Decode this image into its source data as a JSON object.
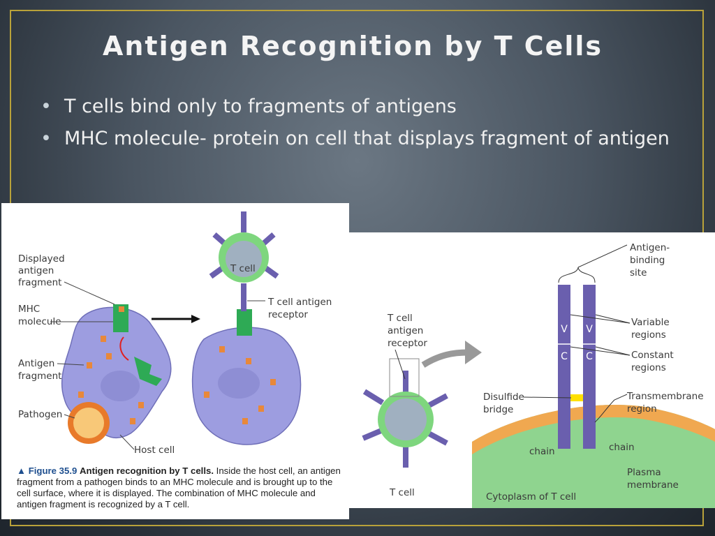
{
  "slide": {
    "title": "Antigen Recognition by T Cells",
    "bullets": [
      "T cells bind only to fragments of antigens",
      "MHC molecule- protein on cell that displays fragment of antigen"
    ]
  },
  "figure_left": {
    "labels": {
      "displayed_antigen_fragment": [
        "Displayed",
        "antigen",
        "fragment"
      ],
      "mhc_molecule": [
        "MHC",
        "molecule"
      ],
      "antigen_fragment": [
        "Antigen",
        "fragment"
      ],
      "pathogen": "Pathogen",
      "host_cell": "Host cell",
      "t_cell": "T cell",
      "t_cell_antigen_receptor": [
        "T cell antigen",
        "receptor"
      ]
    },
    "caption": {
      "figure_number": "▲ Figure 35.9",
      "bold_title": "Antigen recognition by T cells.",
      "text": "Inside the host cell, an antigen fragment from a pathogen binds to an MHC molecule and is brought up to the cell surface, where it is displayed. The combination of MHC molecule and antigen fragment is recognized by a T cell."
    }
  },
  "figure_right": {
    "labels": {
      "t_cell_antigen_receptor": [
        "T cell",
        "antigen",
        "receptor"
      ],
      "t_cell": "T cell",
      "antigen_binding_site": [
        "Antigen-",
        "binding",
        "site"
      ],
      "variable_regions": [
        "Variable",
        "regions"
      ],
      "constant_regions": [
        "Constant",
        "regions"
      ],
      "disulfide_bridge": [
        "Disulfide",
        "bridge"
      ],
      "transmembrane_region": [
        "Transmembrane",
        "region"
      ],
      "chain_left": "chain",
      "chain_right": "chain",
      "plasma_membrane": [
        "Plasma",
        "membrane"
      ],
      "cytoplasm": "Cytoplasm of T cell",
      "v_left": "V",
      "v_right": "V",
      "c_left": "C",
      "c_right": "C"
    }
  },
  "colors": {
    "frame": "#b9a23a",
    "receptor": "#6a5fae",
    "host_cell": "#9d9de0",
    "t_cell": "#7ed67e",
    "mhc": "#2eaa55",
    "fragment": "#e8883a",
    "membrane": "#f0a850",
    "cytoplasm": "#8fd48f",
    "caption_figure": "#1e4f8f"
  }
}
